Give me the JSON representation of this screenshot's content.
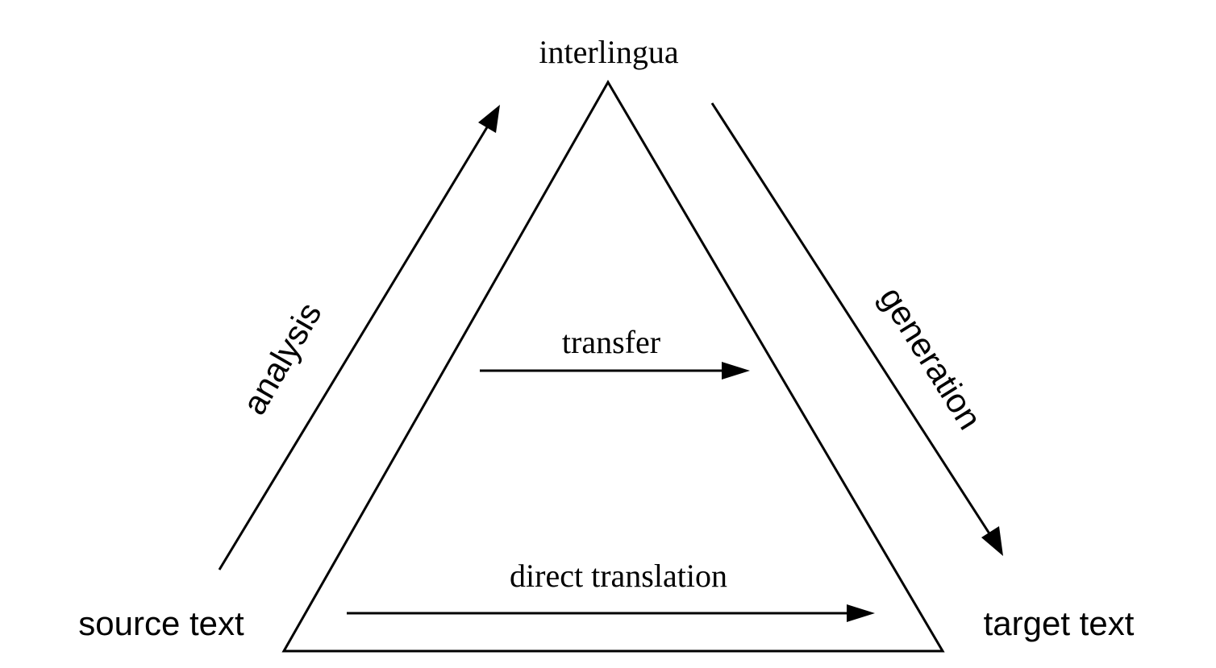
{
  "diagram": {
    "labels": {
      "interlingua": "interlingua",
      "transfer": "transfer",
      "direct_translation": "direct translation",
      "source_text": "source text",
      "target_text": "target text",
      "analysis": "analysis",
      "generation": "generation"
    },
    "colors": {
      "stroke": "#000000",
      "background": "#ffffff"
    }
  }
}
